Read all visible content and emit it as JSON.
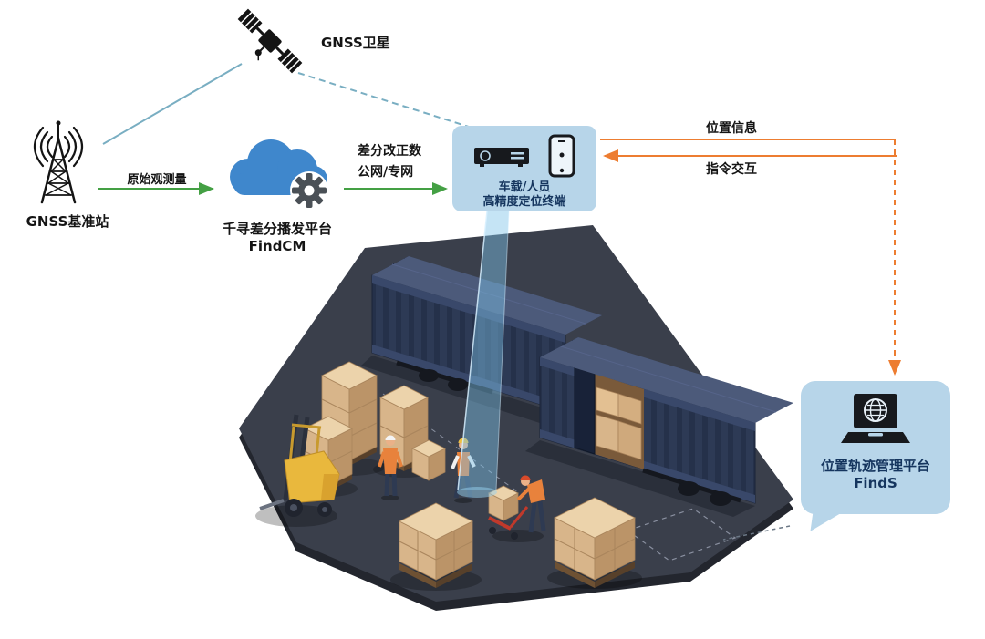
{
  "diagram": {
    "satellite": {
      "label": "GNSS卫星"
    },
    "base_station": {
      "label": "GNSS基准站"
    },
    "cloud_platform": {
      "name": "千寻差分播发平台",
      "product": "FindCM"
    },
    "link_station_to_cloud": {
      "label": "原始观测量"
    },
    "link_cloud_to_terminal": {
      "label_line1": "差分改正数",
      "label_line2": "公网/专网"
    },
    "terminal": {
      "label_line1": "车载/人员",
      "label_line2": "高精度定位终端"
    },
    "link_terminal_to_platform": {
      "label": "位置信息"
    },
    "link_platform_to_terminal": {
      "label": "指令交互"
    },
    "management_platform": {
      "name": "位置轨迹管理平台",
      "product": "FindS"
    }
  },
  "colors": {
    "accent_box": "#b7d5e9",
    "arrow_green": "#44a044",
    "arrow_orange": "#ed7d31",
    "line_teal": "#79aec2",
    "cloud_blue": "#3f87cc",
    "text_dark_navy": "#15355e"
  }
}
